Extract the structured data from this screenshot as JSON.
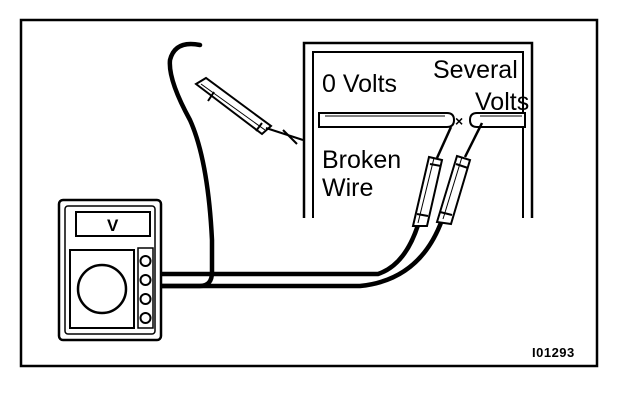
{
  "labels": {
    "zero_volts": "0 Volts",
    "several": "Several",
    "volts": "Volts",
    "broken": "Broken",
    "wire": "Wire",
    "meter_mode": "V",
    "figure_code": "I01293"
  },
  "colors": {
    "ink": "#000000",
    "paper": "#ffffff"
  }
}
